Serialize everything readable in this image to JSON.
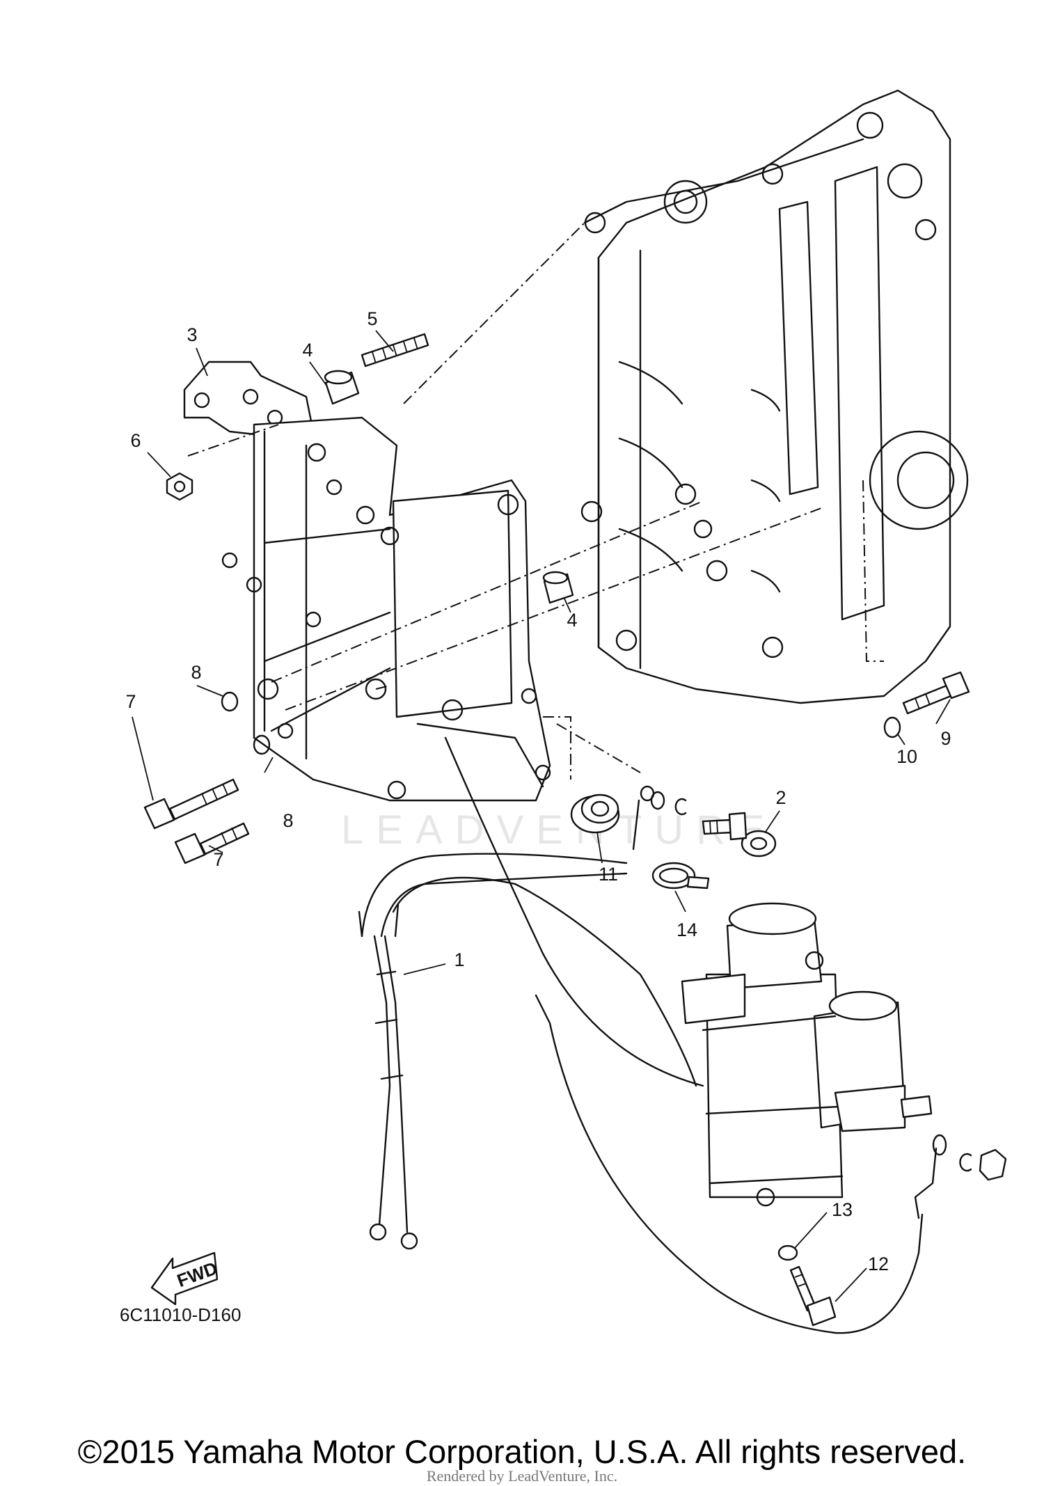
{
  "diagram": {
    "part_numbers": [
      {
        "id": "1",
        "label": "1"
      },
      {
        "id": "2",
        "label": "2"
      },
      {
        "id": "3",
        "label": "3"
      },
      {
        "id": "4a",
        "label": "4"
      },
      {
        "id": "4b",
        "label": "4"
      },
      {
        "id": "5",
        "label": "5"
      },
      {
        "id": "6",
        "label": "6"
      },
      {
        "id": "7a",
        "label": "7"
      },
      {
        "id": "7b",
        "label": "7"
      },
      {
        "id": "8a",
        "label": "8"
      },
      {
        "id": "8b",
        "label": "8"
      },
      {
        "id": "9",
        "label": "9"
      },
      {
        "id": "10",
        "label": "10"
      },
      {
        "id": "11",
        "label": "11"
      },
      {
        "id": "12",
        "label": "12"
      },
      {
        "id": "13",
        "label": "13"
      },
      {
        "id": "14",
        "label": "14"
      }
    ],
    "direction_badge": "FWD",
    "diagram_code": "6C11010-D160",
    "watermark": "LEADVENTURE"
  },
  "footer": {
    "copyright": "©2015 Yamaha Motor Corporation, U.S.A. All rights reserved.",
    "rendered_by": "Rendered by LeadVenture, Inc."
  }
}
